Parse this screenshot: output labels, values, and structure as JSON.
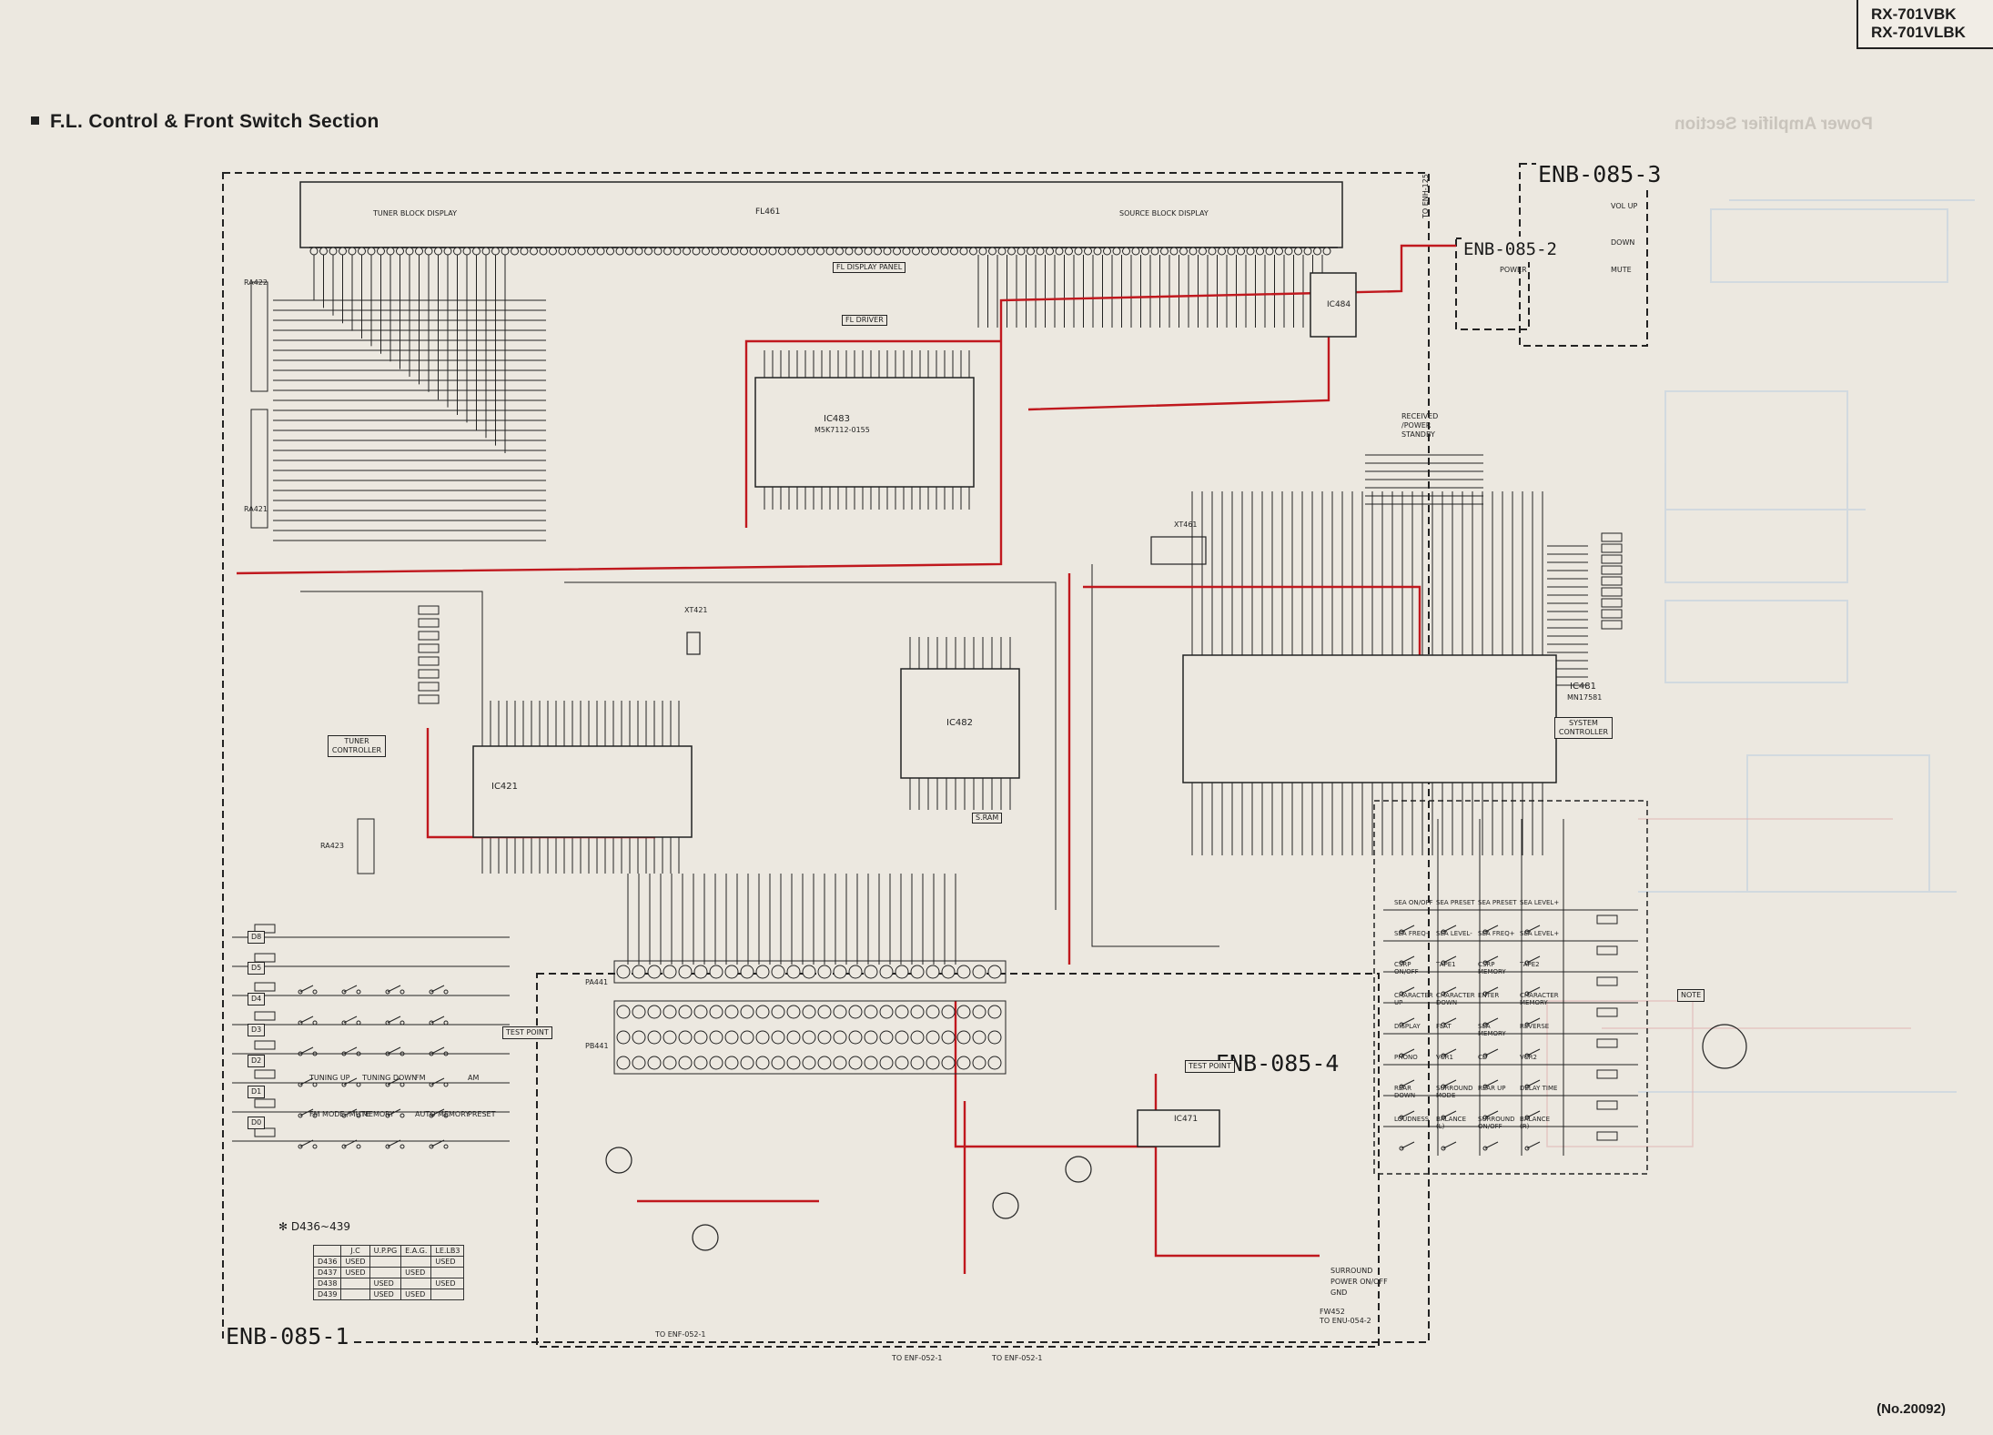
{
  "header": {
    "model_line_1": "RX-701VBK",
    "model_line_2": "RX-701VLBK",
    "section_title": "F.L. Control & Front Switch Section",
    "ghost_title": "Power Amplifier Section",
    "page_number": "(No.20092)"
  },
  "boards": {
    "enb_085_1": "ENB-085-1",
    "enb_085_2": "ENB-085-2",
    "enb_085_3": "ENB-085-3",
    "enb_085_4": "ENB-085-4"
  },
  "display": {
    "fl_tube": "FL461",
    "tuner_block": "TUNER BLOCK DISPLAY",
    "source_block": "SOURCE BLOCK DISPLAY",
    "panel": "FL DISPLAY PANEL",
    "driver": "FL DRIVER"
  },
  "ics": {
    "ic483": "IC483",
    "ic483_part": "M5K7112-0155",
    "ic421": "IC421",
    "ic482": "IC482",
    "ic481": "IC481",
    "ic481_part": "MN17581",
    "ic484": "IC484",
    "ic471": "IC471",
    "sram": "S.RAM",
    "tuner_controller": "TUNER CONTROLLER",
    "system_controller": "SYSTEM CONTROLLER",
    "received_standby": "RECEIVED /POWER STANDBY"
  },
  "labels": {
    "test_point": "TEST POINT",
    "note": "NOTE",
    "xt421": "XT421",
    "xt461": "XT461",
    "ra422": "RA422",
    "ra421": "RA421",
    "ra423": "RA423",
    "pa441": "PA441",
    "pb441": "PB441",
    "to_enf_052_1": "TO ENF-052-1",
    "to_enu_054_2": "TO ENU-054-2",
    "fw452": "FW452",
    "to_enh_125": "TO ENH-125",
    "power_onoff": "POWER ON/OFF",
    "surround": "SURROUND",
    "gnd": "GND",
    "vol_up": "VOL UP",
    "vol_down": "DOWN",
    "mute": "MUTE",
    "power": "POWER"
  },
  "switches_left": [
    "D8",
    "D5",
    "D4",
    "D3",
    "D2",
    "D1",
    "D0"
  ],
  "switch_names_left": [
    "TUNING UP",
    "TUNING DOWN",
    "FM",
    "AM",
    "FM MODE /MUTE",
    "MEMORY",
    "AUTO MEMORY",
    "PRESET"
  ],
  "switch_matrix_right": [
    [
      "SEA ON/OFF",
      "SEA PRESET",
      "SEA PRESET",
      "SEA LEVEL+"
    ],
    [
      "SEA FREQ-",
      "SEA LEVEL-",
      "SEA FREQ+",
      "SEA LEVEL+"
    ],
    [
      "CSRP ON/OFF",
      "TAPE1",
      "CSRP MEMORY",
      "TAPE2"
    ],
    [
      "CHARACTER UP",
      "CHARACTER DOWN",
      "ENTER",
      "CHARACTER MEMORY"
    ],
    [
      "DISPLAY",
      "FLAT",
      "SEA MEMORY",
      "REVERSE"
    ],
    [
      "PHONO",
      "VCR1",
      "CD",
      "VCR2"
    ],
    [
      "REAR DOWN",
      "SURROUND MODE",
      "REAR UP",
      "DELAY TIME"
    ],
    [
      "LOUDNESS",
      "BALANCE (L)",
      "SURROUND ON/OFF",
      "BALANCE (R)"
    ]
  ],
  "diode_table": {
    "note": "D436~439",
    "headers": [
      "",
      "J.C",
      "U.P.PG",
      "E.A.G.",
      "LE.LB3"
    ],
    "rows": [
      [
        "D436",
        "USED",
        "",
        "",
        "USED"
      ],
      [
        "D437",
        "USED",
        "",
        "USED",
        ""
      ],
      [
        "D438",
        "",
        "USED",
        "",
        "USED"
      ],
      [
        "D439",
        "",
        "USED",
        "USED",
        ""
      ]
    ]
  }
}
